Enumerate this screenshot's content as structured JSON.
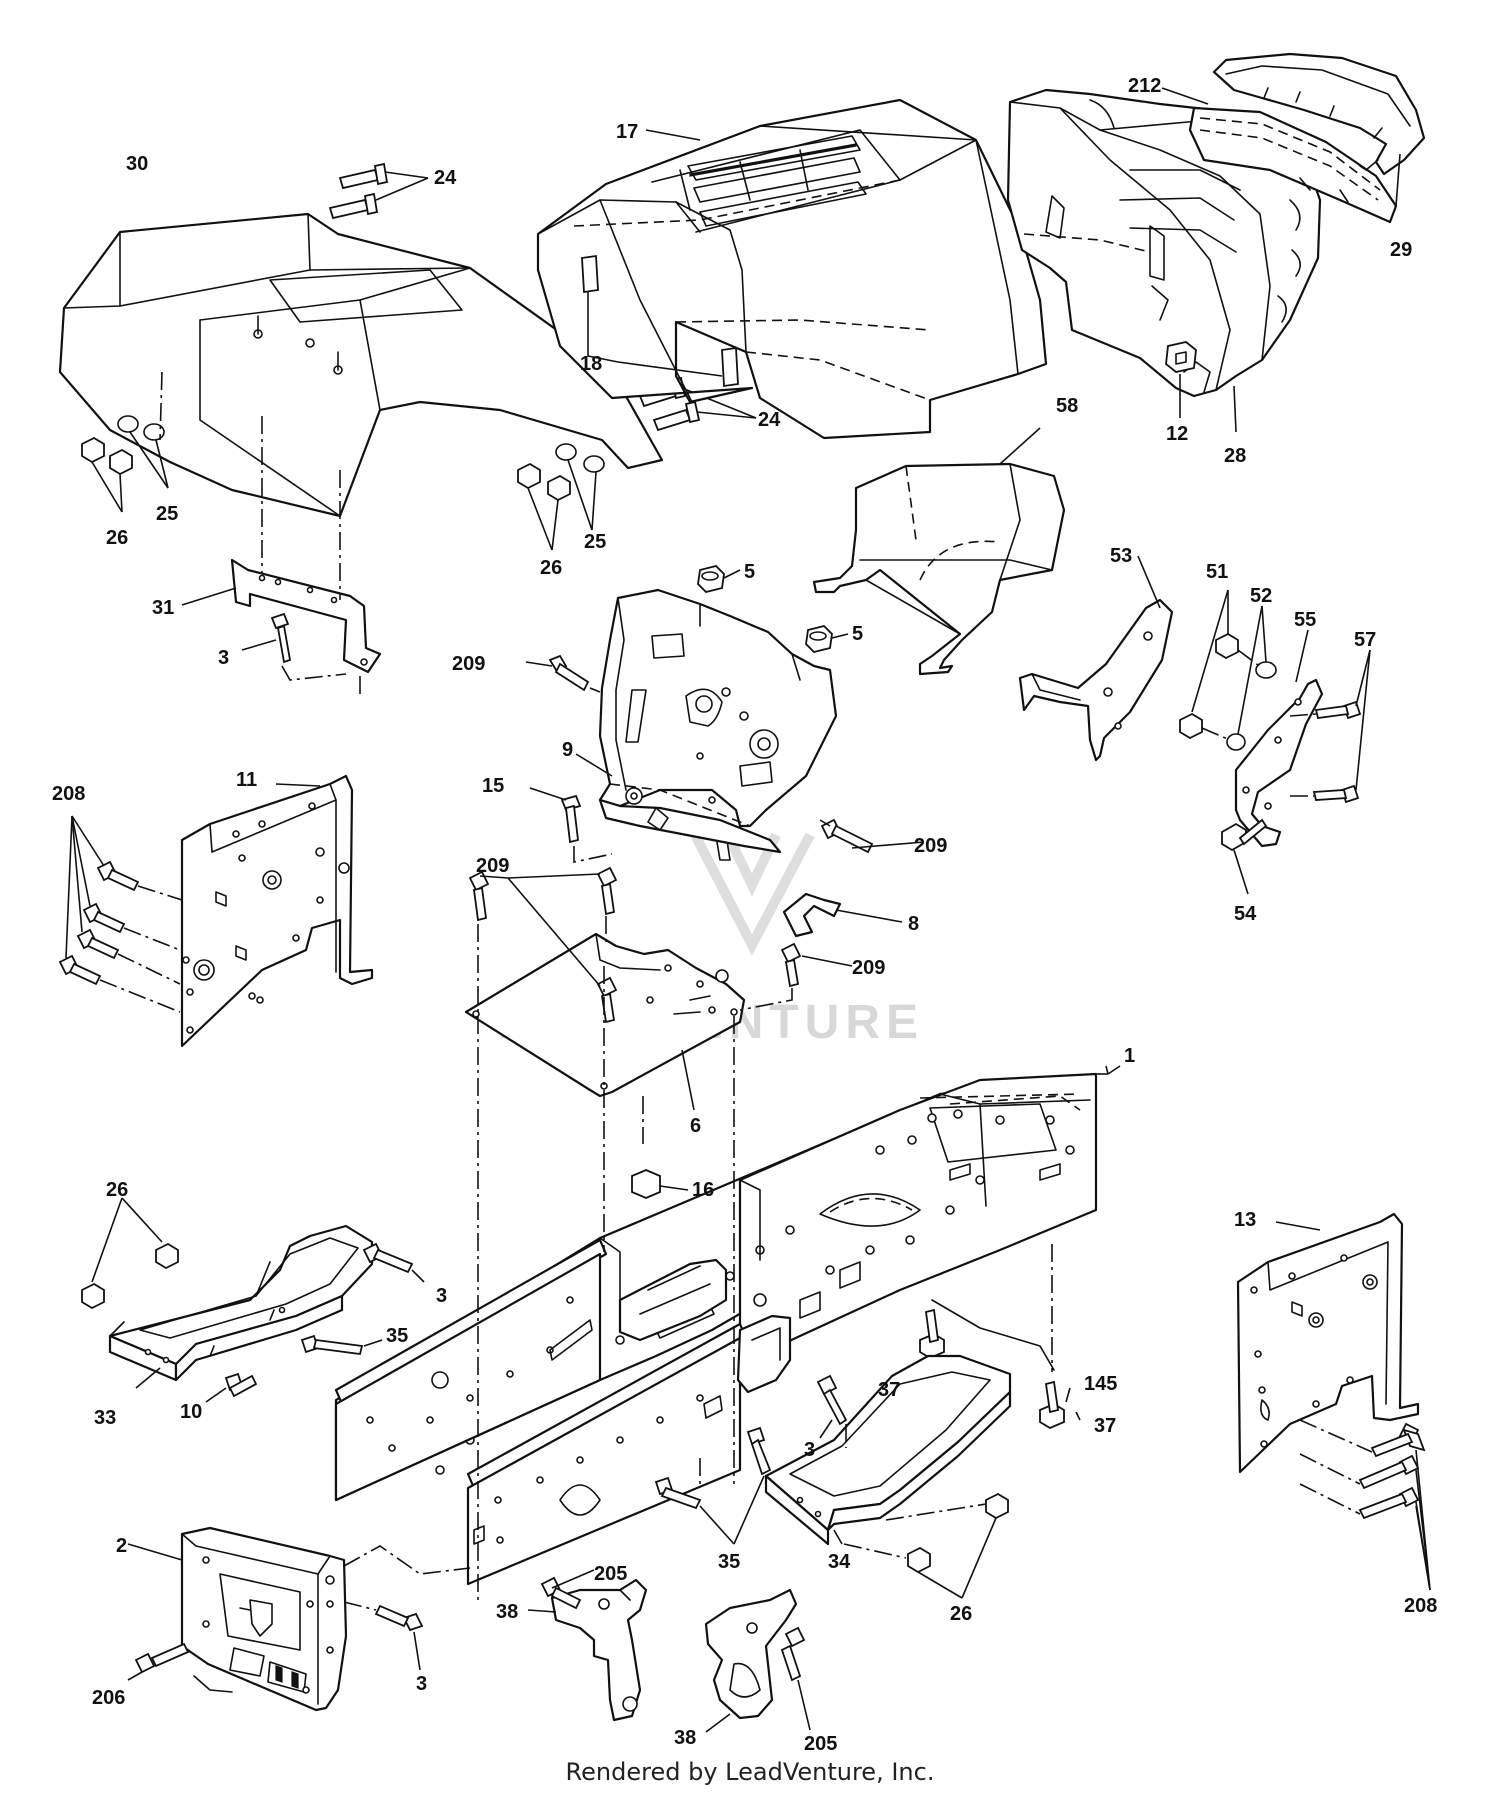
{
  "callouts": {
    "c1": "1",
    "c2": "2",
    "c3a": "3",
    "c3b": "3",
    "c3c": "3",
    "c3d": "3",
    "c5a": "5",
    "c5b": "5",
    "c6": "6",
    "c8": "8",
    "c9": "9",
    "c10": "10",
    "c11": "11",
    "c12": "12",
    "c13": "13",
    "c15": "15",
    "c16": "16",
    "c17": "17",
    "c18": "18",
    "c24a": "24",
    "c24b": "24",
    "c25a": "25",
    "c25b": "25",
    "c26a": "26",
    "c26b": "26",
    "c26c": "26",
    "c26d": "26",
    "c28": "28",
    "c29": "29",
    "c30": "30",
    "c31": "31",
    "c33": "33",
    "c34": "34",
    "c35a": "35",
    "c35b": "35",
    "c37a": "37",
    "c37b": "37",
    "c38a": "38",
    "c38b": "38",
    "c51": "51",
    "c52": "52",
    "c53": "53",
    "c54": "54",
    "c55": "55",
    "c57": "57",
    "c58": "58",
    "c145": "145",
    "c205a": "205",
    "c205b": "205",
    "c206": "206",
    "c208a": "208",
    "c208b": "208",
    "c209a": "209",
    "c209b": "209",
    "c209c": "209",
    "c209d": "209",
    "c212": "212"
  },
  "watermark": "LEADVENTURE",
  "footer": "Rendered by LeadVenture, Inc."
}
